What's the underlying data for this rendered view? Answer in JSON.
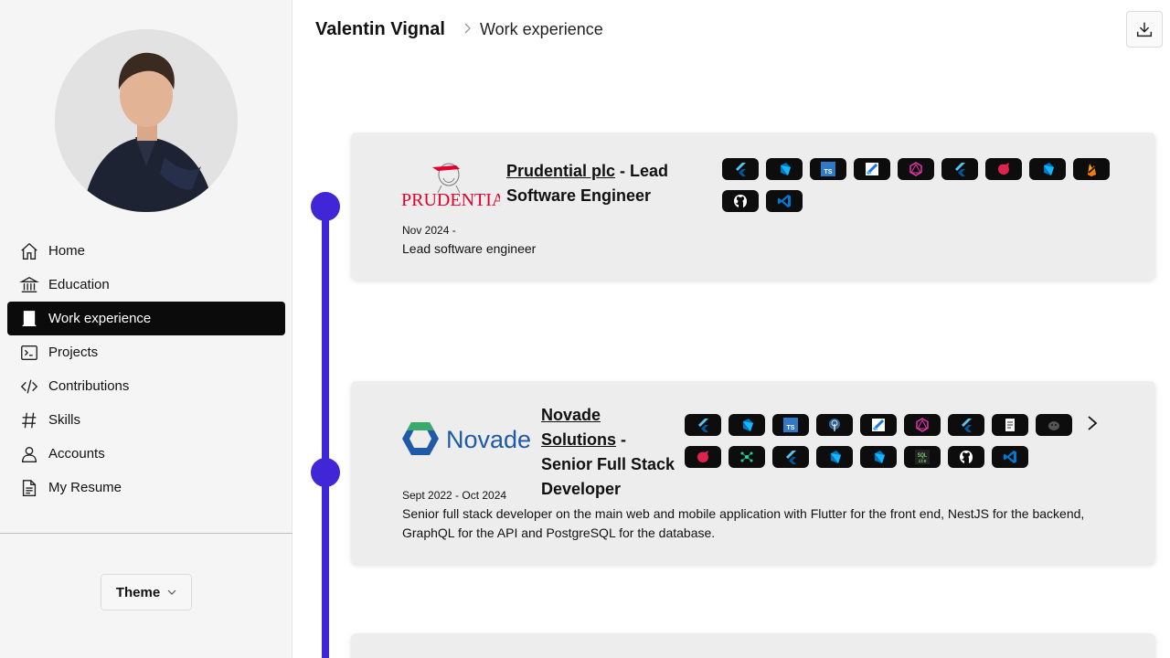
{
  "header": {
    "name": "Valentin Vignal",
    "page": "Work experience"
  },
  "sidebar": {
    "items": [
      {
        "label": "Home",
        "icon": "home-icon"
      },
      {
        "label": "Education",
        "icon": "bank-icon"
      },
      {
        "label": "Work experience",
        "icon": "work-icon",
        "active": true
      },
      {
        "label": "Projects",
        "icon": "terminal-icon"
      },
      {
        "label": "Contributions",
        "icon": "code-icon"
      },
      {
        "label": "Skills",
        "icon": "hashtag-icon"
      },
      {
        "label": "Accounts",
        "icon": "person-icon"
      },
      {
        "label": "My Resume",
        "icon": "document-icon"
      }
    ],
    "theme_label": "Theme"
  },
  "experiences": [
    {
      "company": "Prudential plc",
      "logo_text": "PRUDENTIAL",
      "role": " - Lead Software Engineer",
      "dates": "Nov 2024 -",
      "description": "Lead software engineer",
      "technologies": [
        "flutter-icon",
        "dart-icon",
        "typescript-icon",
        "flutter-test-icon",
        "graphql-icon",
        "flutter-icon",
        "nestjs-icon",
        "dart-icon",
        "firebase-icon",
        "github-icon",
        "vscode-icon"
      ]
    },
    {
      "company": "Novade Solutions",
      "logo_text": "Novade",
      "role": " - Senior Full Stack Developer",
      "dates": "Sept 2022 - Oct 2024",
      "description": "Senior full stack developer on the main web and mobile application with Flutter for the front end, NestJS for the backend, GraphQL for the API and PostgreSQL for the database.",
      "technologies": [
        "flutter-icon",
        "dart-icon",
        "typescript-icon",
        "postgresql-icon",
        "flutter-test-icon",
        "graphql-icon",
        "flutter-icon",
        "document-icon",
        "ai-icon",
        "nestjs-icon",
        "neo4j-icon",
        "flutter-icon",
        "dart-icon",
        "dart-icon",
        "sql-icon",
        "github-icon",
        "vscode-icon"
      ]
    }
  ],
  "colors": {
    "timeline": "#4126d8",
    "active_nav": "#0b0b0b",
    "prudential_red": "#e4002b",
    "novade_blue": "#1e5aa8",
    "novade_green": "#3aaa6a"
  }
}
